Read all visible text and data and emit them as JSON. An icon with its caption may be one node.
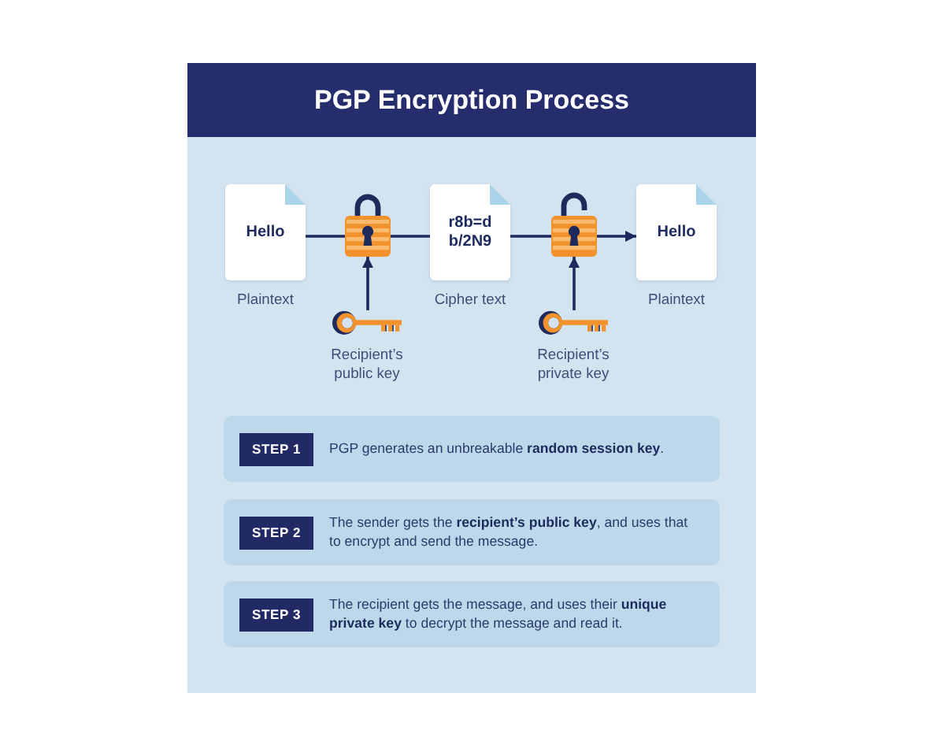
{
  "diagram": {
    "title": "PGP Encryption Process",
    "nodes": [
      {
        "text": [
          "Hello"
        ],
        "beside": [
          "Plaintext"
        ]
      },
      {
        "text": [],
        "shape": "picture"
      },
      {
        "text": [
          "r8b=d b/2N9"
        ],
        "beside": [
          "Cipher text"
        ]
      },
      {
        "text": [],
        "shape": "picture"
      },
      {
        "text": [
          "Hello"
        ],
        "beside": [
          "Plaintext"
        ]
      },
      {
        "text": [],
        "shape": "picture",
        "beside": [
          "Recipient’s public key"
        ]
      },
      {
        "text": [],
        "shape": "picture",
        "beside": [
          "Recipient’s private key"
        ]
      },
      {
        "text": [
          "PGP generates an unbreakable **random session key**."
        ]
      },
      {
        "text": [
          "STEP 1"
        ],
        "in": 7
      },
      {
        "text": [
          "The sender gets the **recipient’s public key**, and uses that to encrypt and send the message."
        ]
      },
      {
        "text": [
          "STEP 2"
        ],
        "in": 9
      },
      {
        "text": [
          "The recipient gets the message, and uses their **unique private key** to decrypt the message and read it."
        ]
      },
      {
        "text": [
          "STEP 3"
        ],
        "in": 11
      }
    ],
    "edges": [
      {
        "from": 0,
        "to": 1,
        "arrow": "none"
      },
      {
        "from": 1,
        "to": 2,
        "arrow": "none"
      },
      {
        "from": 2,
        "to": 3,
        "arrow": "none"
      },
      {
        "from": 3,
        "to": 4,
        "arrow": "to"
      },
      {
        "from": 5,
        "to": 1,
        "arrow": "to"
      },
      {
        "from": 6,
        "to": 3,
        "arrow": "to"
      }
    ]
  }
}
